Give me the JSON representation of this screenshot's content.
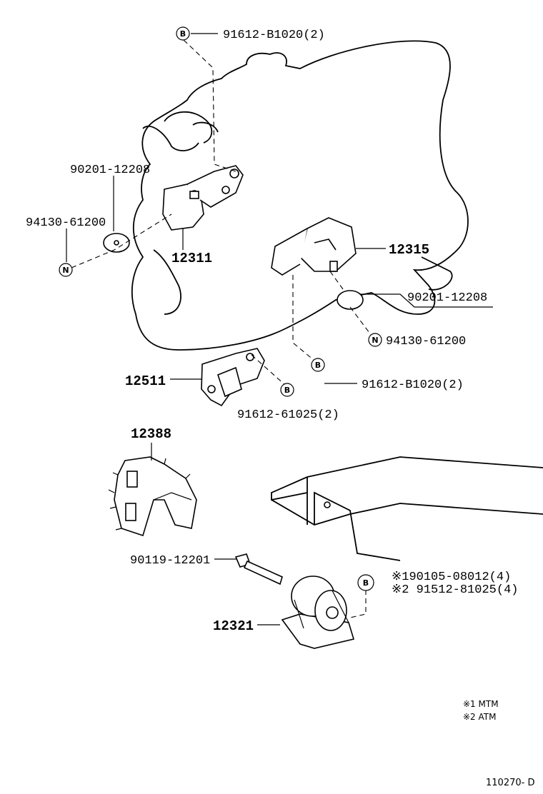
{
  "diagram_code": "110270- D",
  "markers": {
    "b": "B",
    "n": "N"
  },
  "labels": {
    "p91612_b1020_top": "91612-B1020(2)",
    "p90201_left": "90201-12208",
    "p94130_left": "94130-61200",
    "p12311": "12311",
    "p12315": "12315",
    "p90201_right": "90201-12208",
    "p94130_right": "94130-61200",
    "p12511": "12511",
    "p91612_b1020_mid": "91612-B1020(2)",
    "p91612_61025": "91612-61025(2)",
    "p12388": "12388",
    "p90119": "90119-12201",
    "p90105": "※190105-08012(4)",
    "p91512": "※2 91512-81025(4)",
    "p12321": "12321"
  },
  "notes": {
    "note1": "※1 MTM",
    "note2": "※2 ATM"
  }
}
